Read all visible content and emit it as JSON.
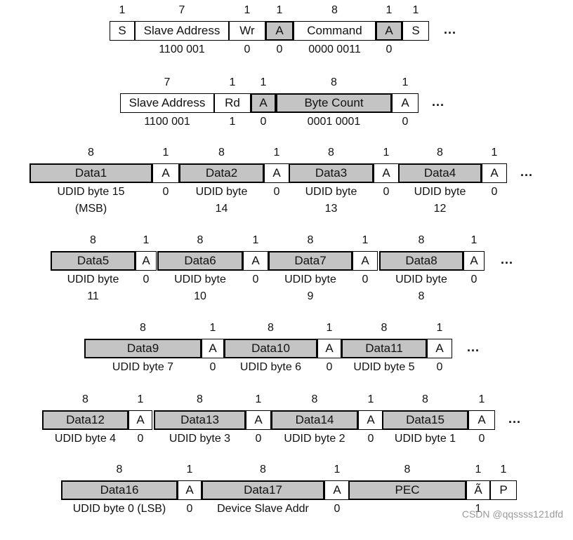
{
  "rows": [
    {
      "fields": [
        {
          "bits": "1",
          "label": "S",
          "value": "",
          "gray": false
        },
        {
          "bits": "7",
          "label": "Slave Address",
          "value": "1100 001",
          "gray": false
        },
        {
          "bits": "1",
          "label": "Wr",
          "value": "0",
          "gray": false
        },
        {
          "bits": "1",
          "label": "A",
          "value": "0",
          "gray": true
        },
        {
          "bits": "8",
          "label": "Command",
          "value": "0000 0011",
          "gray": false
        },
        {
          "bits": "1",
          "label": "A",
          "value": "0",
          "gray": true
        },
        {
          "bits": "1",
          "label": "S",
          "value": "",
          "gray": false
        }
      ],
      "dots": "..."
    },
    {
      "fields": [
        {
          "bits": "7",
          "label": "Slave Address",
          "value": "1100 001",
          "gray": false
        },
        {
          "bits": "1",
          "label": "Rd",
          "value": "1",
          "gray": false
        },
        {
          "bits": "1",
          "label": "A",
          "value": "0",
          "gray": true
        },
        {
          "bits": "8",
          "label": "Byte Count",
          "value": "0001 0001",
          "gray": true
        },
        {
          "bits": "1",
          "label": "A",
          "value": "0",
          "gray": false
        }
      ],
      "dots": "..."
    },
    {
      "fields": [
        {
          "bits": "8",
          "label": "Data1",
          "value": "UDID byte 15\n(MSB)",
          "gray": true
        },
        {
          "bits": "1",
          "label": "A",
          "value": "0",
          "gray": false
        },
        {
          "bits": "8",
          "label": "Data2",
          "value": "UDID byte\n14",
          "gray": true
        },
        {
          "bits": "1",
          "label": "A",
          "value": "0",
          "gray": false
        },
        {
          "bits": "8",
          "label": "Data3",
          "value": "UDID byte\n13",
          "gray": true
        },
        {
          "bits": "1",
          "label": "A",
          "value": "0",
          "gray": false
        },
        {
          "bits": "8",
          "label": "Data4",
          "value": "UDID byte\n12",
          "gray": true
        },
        {
          "bits": "1",
          "label": "A",
          "value": "0",
          "gray": false
        }
      ],
      "dots": "..."
    },
    {
      "fields": [
        {
          "bits": "8",
          "label": "Data5",
          "value": "UDID byte\n11",
          "gray": true
        },
        {
          "bits": "1",
          "label": "A",
          "value": "0",
          "gray": false
        },
        {
          "bits": "8",
          "label": "Data6",
          "value": "UDID byte\n10",
          "gray": true
        },
        {
          "bits": "1",
          "label": "A",
          "value": "0",
          "gray": false
        },
        {
          "bits": "8",
          "label": "Data7",
          "value": "UDID byte\n9",
          "gray": true
        },
        {
          "bits": "1",
          "label": "A",
          "value": "0",
          "gray": false
        },
        {
          "bits": "8",
          "label": "Data8",
          "value": "UDID byte\n8",
          "gray": true
        },
        {
          "bits": "1",
          "label": "A",
          "value": "0",
          "gray": false
        }
      ],
      "dots": "..."
    },
    {
      "fields": [
        {
          "bits": "8",
          "label": "Data9",
          "value": "UDID byte 7",
          "gray": true
        },
        {
          "bits": "1",
          "label": "A",
          "value": "0",
          "gray": false
        },
        {
          "bits": "8",
          "label": "Data10",
          "value": "UDID byte 6",
          "gray": true
        },
        {
          "bits": "1",
          "label": "A",
          "value": "0",
          "gray": false
        },
        {
          "bits": "8",
          "label": "Data11",
          "value": "UDID byte 5",
          "gray": true
        },
        {
          "bits": "1",
          "label": "A",
          "value": "0",
          "gray": false
        }
      ],
      "dots": "..."
    },
    {
      "fields": [
        {
          "bits": "8",
          "label": "Data12",
          "value": "UDID byte 4",
          "gray": true
        },
        {
          "bits": "1",
          "label": "A",
          "value": "0",
          "gray": false
        },
        {
          "bits": "8",
          "label": "Data13",
          "value": "UDID byte 3",
          "gray": true
        },
        {
          "bits": "1",
          "label": "A",
          "value": "0",
          "gray": false
        },
        {
          "bits": "8",
          "label": "Data14",
          "value": "UDID byte 2",
          "gray": true
        },
        {
          "bits": "1",
          "label": "A",
          "value": "0",
          "gray": false
        },
        {
          "bits": "8",
          "label": "Data15",
          "value": "UDID byte 1",
          "gray": true
        },
        {
          "bits": "1",
          "label": "A",
          "value": "0",
          "gray": false
        }
      ],
      "dots": "..."
    },
    {
      "fields": [
        {
          "bits": "8",
          "label": "Data16",
          "value": "UDID byte 0 (LSB)",
          "gray": true
        },
        {
          "bits": "1",
          "label": "A",
          "value": "0",
          "gray": false
        },
        {
          "bits": "8",
          "label": "Data17",
          "value": "Device Slave Addr",
          "gray": true
        },
        {
          "bits": "1",
          "label": "A",
          "value": "0",
          "gray": false
        },
        {
          "bits": "8",
          "label": "PEC",
          "value": "",
          "gray": true
        },
        {
          "bits": "1",
          "label": "Ã",
          "value": "1",
          "gray": false
        },
        {
          "bits": "1",
          "label": "P",
          "value": "",
          "gray": false
        }
      ],
      "dots": ""
    }
  ],
  "watermark": "CSDN @qqssss121dfd",
  "colors": {
    "gray_fill": "#c4c4c4",
    "border": "#000000",
    "watermark": "#9a9a9a"
  }
}
